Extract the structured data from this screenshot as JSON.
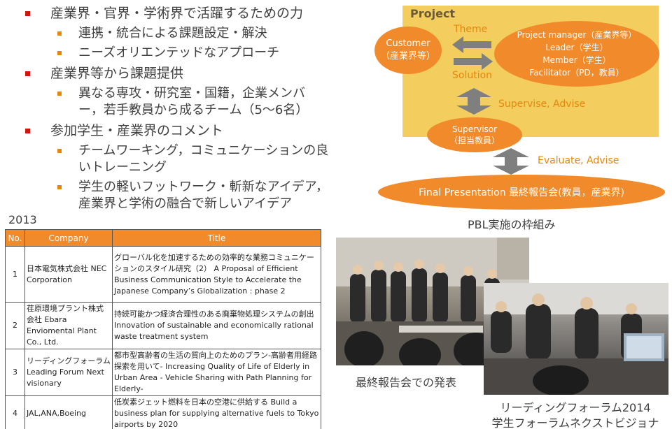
{
  "bullets": [
    {
      "text": "産業界・官界・学術界で活躍するための力",
      "sub": [
        "連携・統合による課題設定・解決",
        "ニーズオリエンテッドなアプローチ"
      ]
    },
    {
      "text": "産業界等から課題提供",
      "sub": [
        "異なる専攻・研究室・国籍，企業メンバー，若手教員から成るチーム（5～6名）"
      ]
    },
    {
      "text": "参加学生・産業界のコメント",
      "sub": [
        "チームワーキング，コミュニケーションの良いトレーニング",
        "学生の軽いフットワーク・斬新なアイデア，産業界と学術の融合で新しいアイデア"
      ]
    }
  ],
  "diagram": {
    "project_label": "Project",
    "customer": [
      "Customer",
      "（産業界等）"
    ],
    "theme": "Theme",
    "solution": "Solution",
    "team": [
      "Project manager（産業界等）",
      "Leader（学生）",
      "Member（学生）",
      "Facilitator（PD，教員）"
    ],
    "supervise": "Supervise, Advise",
    "supervisor": [
      "Supervisor",
      "（担当教員）"
    ],
    "evaluate": "Evaluate, Advise",
    "final": "Final Presentation 最終報告会(教員，産業界)",
    "caption": "PBL実施の枠組み",
    "accent_color": "#f08a2a",
    "project_bg_color": "#f3cd5e",
    "arrow_color": "#7f7f7f"
  },
  "table": {
    "year": "2013",
    "headers": [
      "No.",
      "Company",
      "Title"
    ],
    "rows": [
      {
        "no": "1",
        "company": "日本電気株式会社 NEC Corporation",
        "title": "グローバル化を加速するための効率的な業務コミュニケーションのスタイル研究（2） A Proposal of Efficient Business Communication Style to Accelerate the Japanese Company’s Globalization : phase 2"
      },
      {
        "no": "2",
        "company": "荏原環境プラント株式会社 Ebara Enviomental Plant Co., Ltd.",
        "title": "持続可能かつ経済合理性のある廃棄物処理システムの創出 Innovation of sustainable and economically rational waste treatment system"
      },
      {
        "no": "3",
        "company": "リーディングフォーラム Leading Forum Next visionary",
        "title": "都市型高齢者の生活の質向上のためのプラン-高齢者用経路探索を用いて- Increasing Quality of Life of Elderly in Urban Area - Vehicle Sharing with Path Planning for Elderly-"
      },
      {
        "no": "4",
        "company": "JAL,ANA,Boeing",
        "title": "低炭素ジェット燃料を日本の空港に供給する Build a business plan for supplying alternative fuels to Tokyo airports by 2020"
      }
    ]
  },
  "photos": {
    "caption1": "最終報告会での発表",
    "caption2_line1": "リーディングフォーラム2014",
    "caption2_line2": "学生フォーラムネクストビジョナリー"
  }
}
